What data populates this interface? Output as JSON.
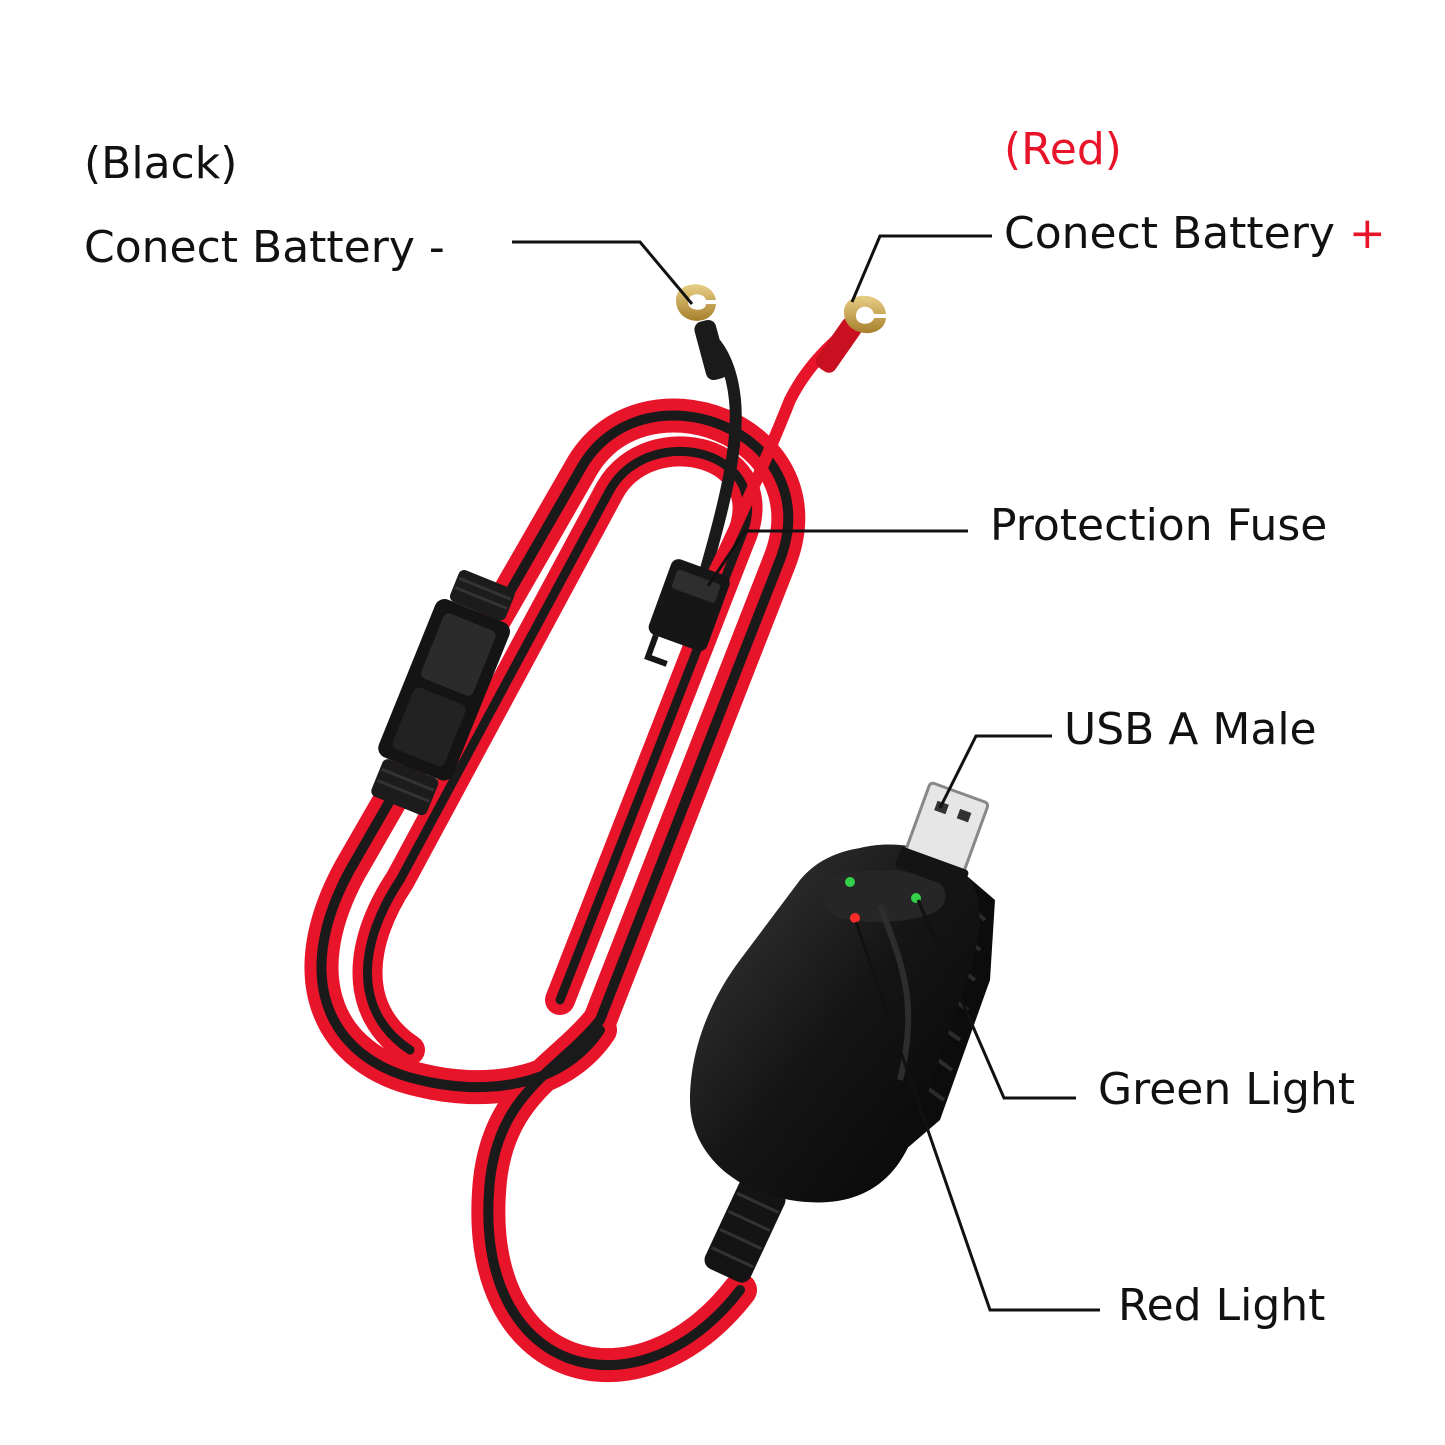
{
  "labels": {
    "black_wire": "(Black)",
    "negative_terminal": "Conect Battery -",
    "red_wire": "(Red)",
    "positive_terminal": "Conect Battery",
    "positive_sign": "+",
    "fuse": "Protection Fuse",
    "usb": "USB A Male",
    "green_light": "Green Light",
    "red_light": "Red Light"
  },
  "colors": {
    "wire_red": "#e8142a",
    "wire_black": "#1a1a1a",
    "terminal_gold": "#c9a24a",
    "leader": "#111111",
    "led_green": "#35d04a",
    "led_red": "#ff2a2a"
  }
}
